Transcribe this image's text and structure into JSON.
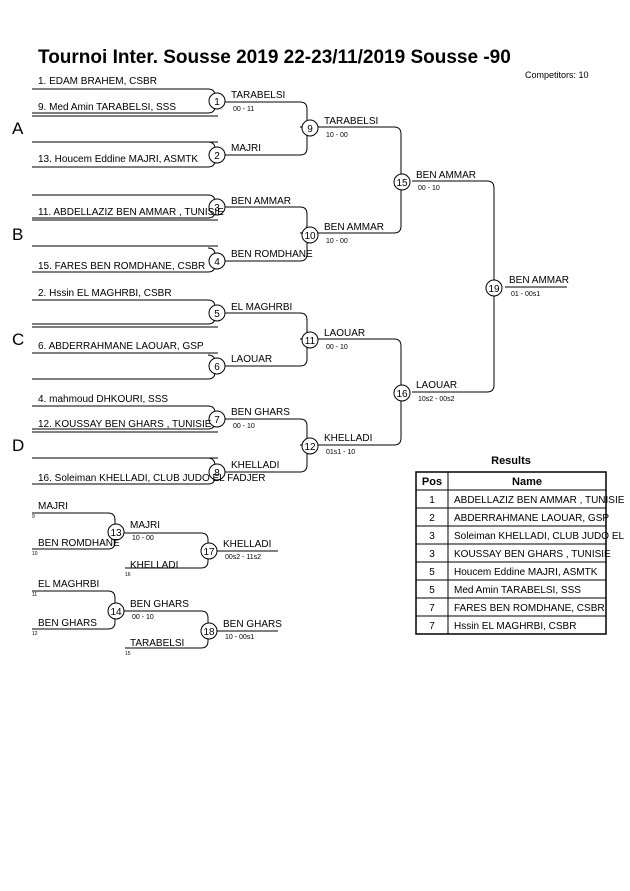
{
  "header": {
    "title": "Tournoi Inter. Sousse 2019  22-23/11/2019  Sousse   -90",
    "competitors": "Competitors: 10"
  },
  "pools": [
    "A",
    "B",
    "C",
    "D"
  ],
  "entrants": [
    "1. EDAM BRAHEM, CSBR",
    "9. Med Amin TARABELSI, SSS",
    "13. Houcem Eddine MAJRI, ASMTK",
    "11. ABDELLAZIZ BEN AMMAR , TUNISIE",
    "15. FARES BEN ROMDHANE, CSBR",
    "2. Hssin EL MAGHRBI, CSBR",
    "6. ABDERRAHMANE LAOUAR, GSP",
    "4. mahmoud DHKOURI, SSS",
    "12. KOUSSAY BEN GHARS , TUNISIE",
    "16. Soleiman KHELLADI, CLUB JUDO EL FADJER"
  ],
  "matches": {
    "1": {
      "num": "1",
      "winner": "TARABELSI",
      "score": "00 - 11"
    },
    "2": {
      "num": "2",
      "winner": "MAJRI",
      "score": ""
    },
    "3": {
      "num": "3",
      "winner": "BEN AMMAR",
      "score": ""
    },
    "4": {
      "num": "4",
      "winner": "BEN ROMDHANE",
      "score": ""
    },
    "5": {
      "num": "5",
      "winner": "EL MAGHRBI",
      "score": ""
    },
    "6": {
      "num": "6",
      "winner": "LAOUAR",
      "score": ""
    },
    "7": {
      "num": "7",
      "winner": "BEN GHARS",
      "score": "00 - 10"
    },
    "8": {
      "num": "8",
      "winner": "KHELLADI",
      "score": ""
    },
    "9": {
      "num": "9",
      "winner": "TARABELSI",
      "score": "10 - 00"
    },
    "10": {
      "num": "10",
      "winner": "BEN AMMAR",
      "score": "10 - 00"
    },
    "11": {
      "num": "11",
      "winner": "LAOUAR",
      "score": "00 - 10"
    },
    "12": {
      "num": "12",
      "winner": "KHELLADI",
      "score": "01s1 - 10"
    },
    "15": {
      "num": "15",
      "winner": "BEN AMMAR",
      "score": "00 - 10"
    },
    "16": {
      "num": "16",
      "winner": "LAOUAR",
      "score": "10s2 - 00s2"
    },
    "19": {
      "num": "19",
      "winner": "BEN AMMAR",
      "score": "01 - 00s1"
    }
  },
  "repechage": {
    "block1": {
      "top": "MAJRI",
      "top_ref": "9",
      "bottom": "BEN ROMDHANE",
      "bottom_ref": "10",
      "m13": {
        "num": "13",
        "winner": "MAJRI",
        "score": "10 - 00"
      },
      "third": "KHELLADI",
      "third_ref": "16",
      "m17": {
        "num": "17",
        "winner": "KHELLADI",
        "score": "00s2 - 11s2"
      }
    },
    "block2": {
      "top": "EL MAGHRBI",
      "top_ref": "11",
      "bottom": "BEN GHARS",
      "bottom_ref": "12",
      "m14": {
        "num": "14",
        "winner": "BEN GHARS",
        "score": "00 - 10"
      },
      "third": "TARABELSI",
      "third_ref": "15",
      "m18": {
        "num": "18",
        "winner": "BEN GHARS",
        "score": "10 - 00s1"
      }
    }
  },
  "results": {
    "title": "Results",
    "col_pos": "Pos",
    "col_name": "Name",
    "rows": [
      {
        "pos": "1",
        "name": "ABDELLAZIZ BEN AMMAR , TUNISIE"
      },
      {
        "pos": "2",
        "name": "ABDERRAHMANE LAOUAR, GSP"
      },
      {
        "pos": "3",
        "name": "Soleiman KHELLADI, CLUB JUDO EL"
      },
      {
        "pos": "3",
        "name": "KOUSSAY BEN GHARS , TUNISIE"
      },
      {
        "pos": "5",
        "name": "Houcem Eddine MAJRI, ASMTK"
      },
      {
        "pos": "5",
        "name": "Med Amin TARABELSI, SSS"
      },
      {
        "pos": "7",
        "name": "FARES BEN ROMDHANE, CSBR"
      },
      {
        "pos": "7",
        "name": "Hssin EL MAGHRBI, CSBR"
      }
    ]
  }
}
